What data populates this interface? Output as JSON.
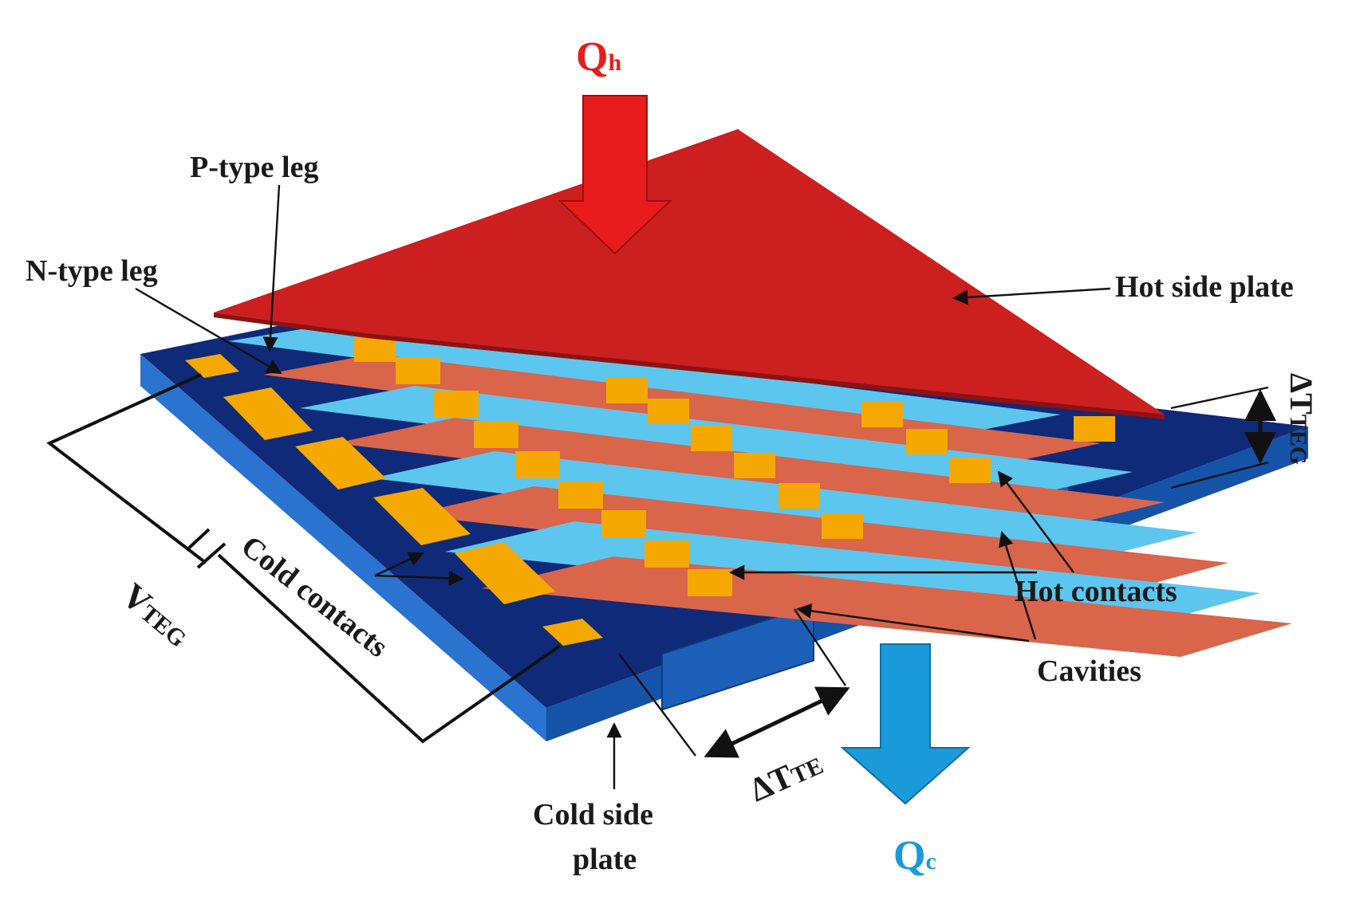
{
  "labels": {
    "heat_in_main": "Q",
    "heat_in_sub": "h",
    "heat_out_main": "Q",
    "heat_out_sub": "c",
    "p_type_leg": "P-type leg",
    "n_type_leg": "N-type leg",
    "hot_side_plate": "Hot side plate",
    "delta_t_teg_main": "ΔT",
    "delta_t_teg_sub": "TEG",
    "hot_contacts": "Hot contacts",
    "cavities": "Cavities",
    "cold_contacts": "Cold contacts",
    "v_teg_main": "V",
    "v_teg_sub": "TEG",
    "delta_t_te_main": "ΔT",
    "delta_t_te_sub": "TE",
    "cold_side_plate_line1": "Cold side",
    "cold_side_plate_line2": "plate"
  },
  "colors": {
    "hot_plate": "#cc1f1f",
    "hot_arrow": "#e81c1c",
    "cold_arrow": "#1a9ad9",
    "substrate_top": "#0f2a78",
    "substrate_side": "#1553a8",
    "substrate_front": "#1f66c2",
    "p_leg": "#5cc6ef",
    "n_leg": "#d9654a",
    "contact": "#f5a800",
    "heat_in_text": "#e81c1c",
    "heat_out_text": "#1a9ad9"
  }
}
